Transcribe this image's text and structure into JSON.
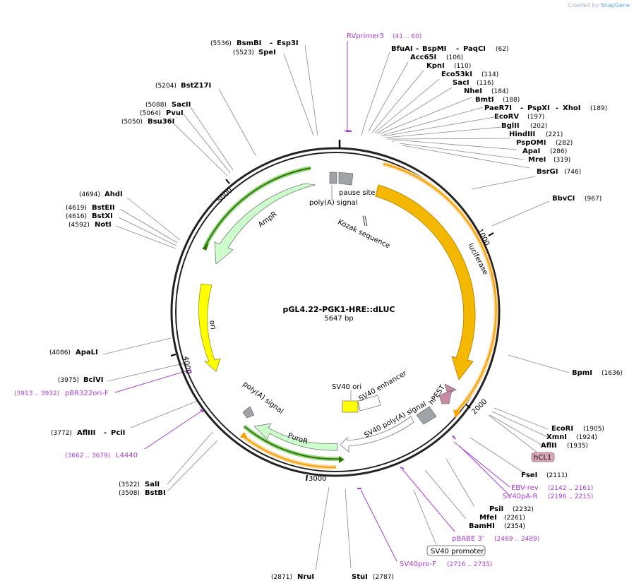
{
  "logo": {
    "prefix": "Created by",
    "brand": "SnapGene"
  },
  "plasmid": {
    "name": "pGL4.22-PGK1-HRE::dLUC",
    "length_label": "5647 bp"
  },
  "ticks": [
    "1000",
    "2000",
    "3000",
    "4000",
    "5000"
  ],
  "features": {
    "luciferase": "luciferase",
    "ampr": "AmpR",
    "ori": "ori",
    "puror": "PuroR",
    "polya_top": "poly(A) signal",
    "pause_site": "pause site",
    "kozak": "Kozak sequence",
    "hpest": "hPEST",
    "sv40_ori": "SV40 ori",
    "sv40_enhancer": "SV40 enhancer",
    "sv40_polya": "SV40 poly(A) signal",
    "polya_left": "poly(A) signal",
    "hcl1": "hCL1",
    "sv40_promoter": "SV40 promoter"
  },
  "enzymes": {
    "bsmbi": "BsmBI",
    "esp3i": "Esp3I",
    "bsmbi_pos": "(5536)",
    "spei": "SpeI",
    "spei_pos": "(5523)",
    "bstz17i": "BstZ17I",
    "bstz17i_pos": "(5204)",
    "sacii": "SacII",
    "sacii_pos": "(5088)",
    "pvui": "PvuI",
    "pvui_pos": "(5064)",
    "bsu36i": "Bsu36I",
    "bsu36i_pos": "(5050)",
    "ahdi": "AhdI",
    "ahdi_pos": "(4694)",
    "bsteii": "BstEII",
    "bsteii_pos": "(4619)",
    "bstxi": "BstXI",
    "bstxi_pos": "(4616)",
    "noti": "NotI",
    "noti_pos": "(4592)",
    "apali": "ApaLI",
    "apali_pos": "(4086)",
    "bcivi": "BciVI",
    "bcivi_pos": "(3975)",
    "aflIII_left": "AflIII",
    "pcii": "PciI",
    "aflIII_left_pos": "(3772)",
    "sali": "SalI",
    "sali_pos": "(3522)",
    "bstbi": "BstBI",
    "bstbi_pos": "(3508)",
    "nrui": "NruI",
    "nrui_pos": "(2871)",
    "stui": "StuI",
    "stui_pos": "(2787)",
    "bfuai": "BfuAI",
    "bspmi": "BspMI",
    "paqci": "PaqCI",
    "bfuai_pos": "(62)",
    "acc65i": "Acc65I",
    "acc65i_pos": "(106)",
    "kpni": "KpnI",
    "kpni_pos": "(110)",
    "eco53ki": "Eco53kI",
    "eco53ki_pos": "(114)",
    "saci": "SacI",
    "saci_pos": "(116)",
    "nhei": "NheI",
    "nhei_pos": "(184)",
    "bmti": "BmtI",
    "bmti_pos": "(188)",
    "paer7i": "PaeR7I",
    "pspxi": "PspXI",
    "xhoi": "XhoI",
    "paer7i_pos": "(189)",
    "ecorv": "EcoRV",
    "ecorv_pos": "(197)",
    "bglii": "BglII",
    "bglii_pos": "(202)",
    "hindiii": "HindIII",
    "hindiii_pos": "(221)",
    "pspomi": "PspOMI",
    "pspomi_pos": "(282)",
    "apai": "ApaI",
    "apai_pos": "(286)",
    "mrei": "MreI",
    "mrei_pos": "(319)",
    "bsrgi": "BsrGI",
    "bsrgi_pos": "(746)",
    "bbvci": "BbvCI",
    "bbvci_pos": "(967)",
    "bpmi": "BpmI",
    "bpmi_pos": "(1636)",
    "ecori": "EcoRI",
    "ecori_pos": "(1905)",
    "xmni": "XmnI",
    "xmni_pos": "(1924)",
    "aflIII_right": "AflII",
    "aflIII_right_pos": "(1935)",
    "fsei": "FseI",
    "fsei_pos": "(2111)",
    "psii": "PsiI",
    "psii_pos": "(2232)",
    "mfei": "MfeI",
    "mfei_pos": "(2261)",
    "bamhi": "BamHI",
    "bamhi_pos": "(2354)"
  },
  "primers": {
    "rvprimer3": "RVprimer3",
    "rvprimer3_pos": "(41 .. 60)",
    "pbr322ori": "pBR322ori-F",
    "pbr322ori_pos": "(3913 .. 3932)",
    "l4440": "L4440",
    "l4440_pos": "(3662 .. 3679)",
    "ebv_rev": "EBV-rev",
    "ebv_rev_pos": "(2142 .. 2161)",
    "sv40pa_r": "SV40pA-R",
    "sv40pa_r_pos": "(2196 .. 2215)",
    "pbabe3": "pBABE 3'",
    "pbabe3_pos": "(2469 .. 2489)",
    "sv40pro_f": "SV40pro-F",
    "sv40pro_f_pos": "(2716 .. 2735)"
  },
  "colors": {
    "backbone": "#222222",
    "luciferase": "#f5b800",
    "luciferase_outline": "#c08800",
    "ori": "#ffff00",
    "ampr": "#ccffcc",
    "puror": "#ccffcc",
    "marker_green": "#2c7a00",
    "marker_orange": "#f6a100",
    "polya": "#a0a4a8",
    "hpest": "#c88ca6",
    "primer": "#a83ad6",
    "promoter": "#ffffff"
  }
}
